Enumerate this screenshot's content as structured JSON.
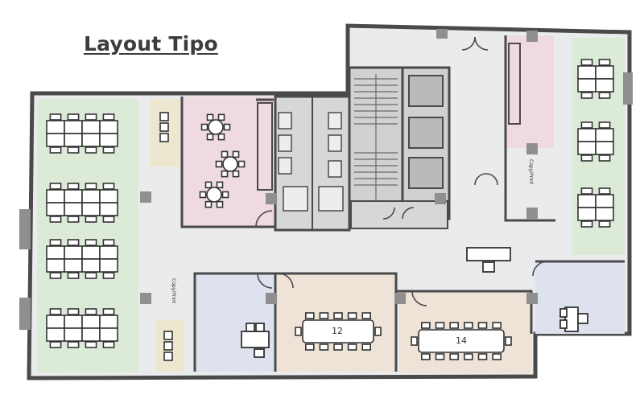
{
  "title": "Layout Tipo",
  "rooms": {
    "meeting_a": {
      "seats": "12"
    },
    "meeting_b": {
      "seats": "14"
    }
  },
  "labels": {
    "copy_print_right": "Copy/Print",
    "copy_print_left": "Copy/Print"
  },
  "colors": {
    "wall": "#4a4a4a",
    "floor": "#e9ebec",
    "workstation_zone": "#dcead8",
    "lounge_zone": "#efd9e3",
    "meeting_zone": "#efe3d8",
    "office_zone": "#dde2ee",
    "storage_zone": "#eee7cf",
    "core": "#8f8f8f"
  }
}
